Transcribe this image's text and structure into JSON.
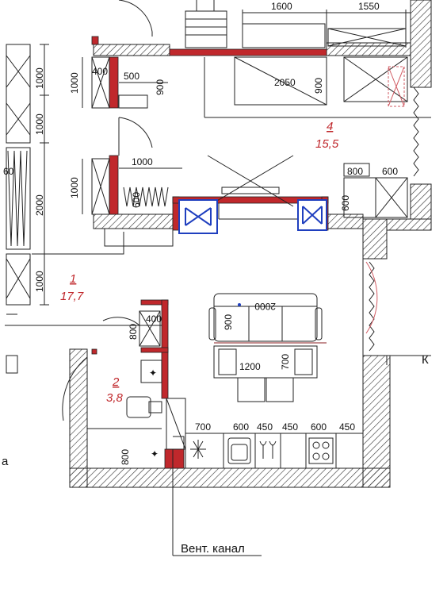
{
  "rooms": [
    {
      "number": "1",
      "area": "17,7"
    },
    {
      "number": "2",
      "area": "3,8"
    },
    {
      "number": "4",
      "area": "15,5"
    }
  ],
  "dimensions": {
    "top_left": "1600",
    "top_right": "1550",
    "bath_width": "2050",
    "bath_depth": "900",
    "left_seg_1": "1000",
    "left_seg_2": "1000",
    "left_seg_3": "2000",
    "left_seg_4": "1000",
    "left_partial": "60",
    "closet_top_a": "1000",
    "closet_top_b": "400",
    "closet_top_c": "500",
    "closet_top_d": "900",
    "closet_mid_a": "1000",
    "closet_mid_b": "1000",
    "closet_mid_c": "600",
    "right_a": "800",
    "right_b": "600",
    "right_c": "600",
    "sofa_length": "2000",
    "sofa_depth": "900",
    "table_length": "1200",
    "table_depth": "700",
    "wc_a": "800",
    "wc_b": "400",
    "kitchen_1": "700",
    "kitchen_2": "600",
    "kitchen_3": "450",
    "kitchen_4": "450",
    "kitchen_5": "600",
    "kitchen_6": "450",
    "kitchen_depth": "800"
  },
  "labels": {
    "vent_channel": "Вент. канал",
    "right_edge_partial": "К",
    "left_edge_partial": "a"
  },
  "colors": {
    "wall_fill": "#c0282c",
    "line": "#222222",
    "vent_marker": "#1f3fbf"
  }
}
